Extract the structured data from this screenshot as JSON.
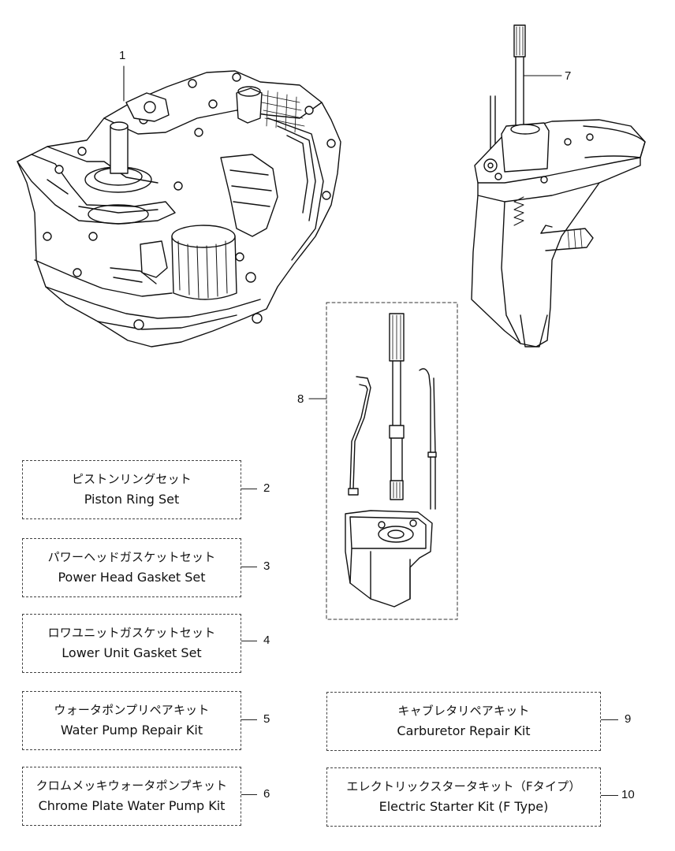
{
  "callouts": {
    "c1": "1",
    "c7": "7",
    "c8": "8"
  },
  "kits": [
    {
      "number": "2",
      "jp": "ピストンリングセット",
      "en": "Piston Ring Set"
    },
    {
      "number": "3",
      "jp": "パワーヘッドガスケットセット",
      "en": "Power Head Gasket Set"
    },
    {
      "number": "4",
      "jp": "ロワユニットガスケットセット",
      "en": "Lower Unit Gasket Set"
    },
    {
      "number": "5",
      "jp": "ウォータポンプリペアキット",
      "en": "Water Pump Repair Kit"
    },
    {
      "number": "6",
      "jp": "クロムメッキウォータポンプキット",
      "en": "Chrome Plate Water Pump Kit"
    },
    {
      "number": "9",
      "jp": "キャブレタリペアキット",
      "en": "Carburetor Repair Kit"
    },
    {
      "number": "10",
      "jp": "エレクトリックスタータキット（Fタイプ）",
      "en": "Electric Starter Kit (F Type)"
    }
  ]
}
